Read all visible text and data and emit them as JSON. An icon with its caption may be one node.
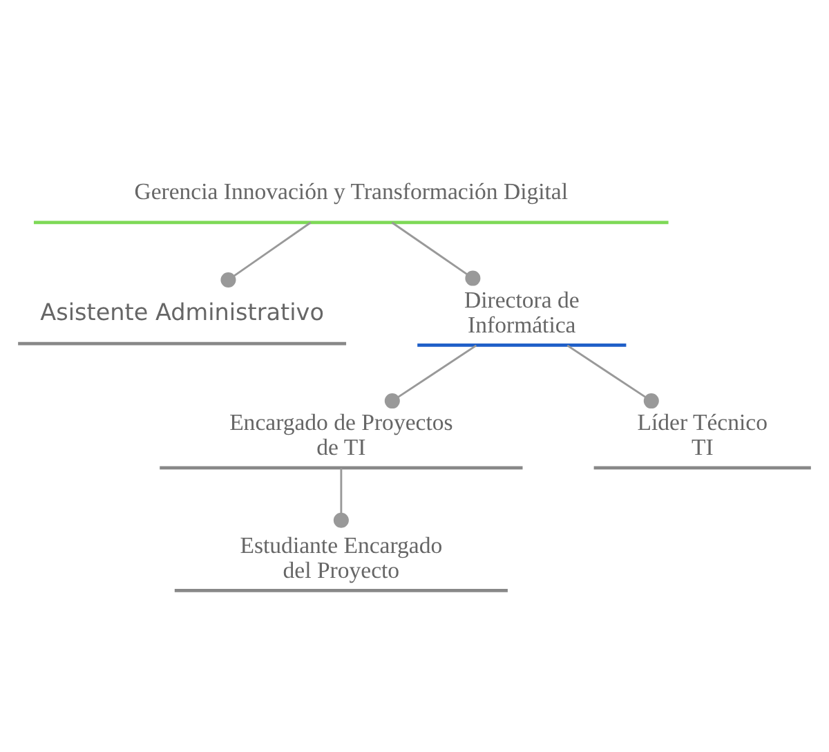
{
  "diagram": {
    "nodes": [
      {
        "text": [
          "Gerencia Innovación y Transformación Digital"
        ]
      },
      {
        "text": [
          "Asistente Administrativo"
        ]
      },
      {
        "text": [
          "Directora de Informática"
        ]
      },
      {
        "text": [
          "Encargado de Proyectos de TI"
        ]
      },
      {
        "text": [
          "Líder Técnico TI"
        ]
      },
      {
        "text": [
          "Estudiante Encargado del Proyecto"
        ]
      }
    ],
    "edges": [
      {
        "from": 0,
        "to": 1,
        "arrow": "other"
      },
      {
        "from": 0,
        "to": 2,
        "arrow": "other"
      },
      {
        "from": 2,
        "to": 3,
        "arrow": "other"
      },
      {
        "from": 2,
        "to": 4,
        "arrow": "other"
      },
      {
        "from": 3,
        "to": 5,
        "arrow": "other"
      }
    ]
  }
}
